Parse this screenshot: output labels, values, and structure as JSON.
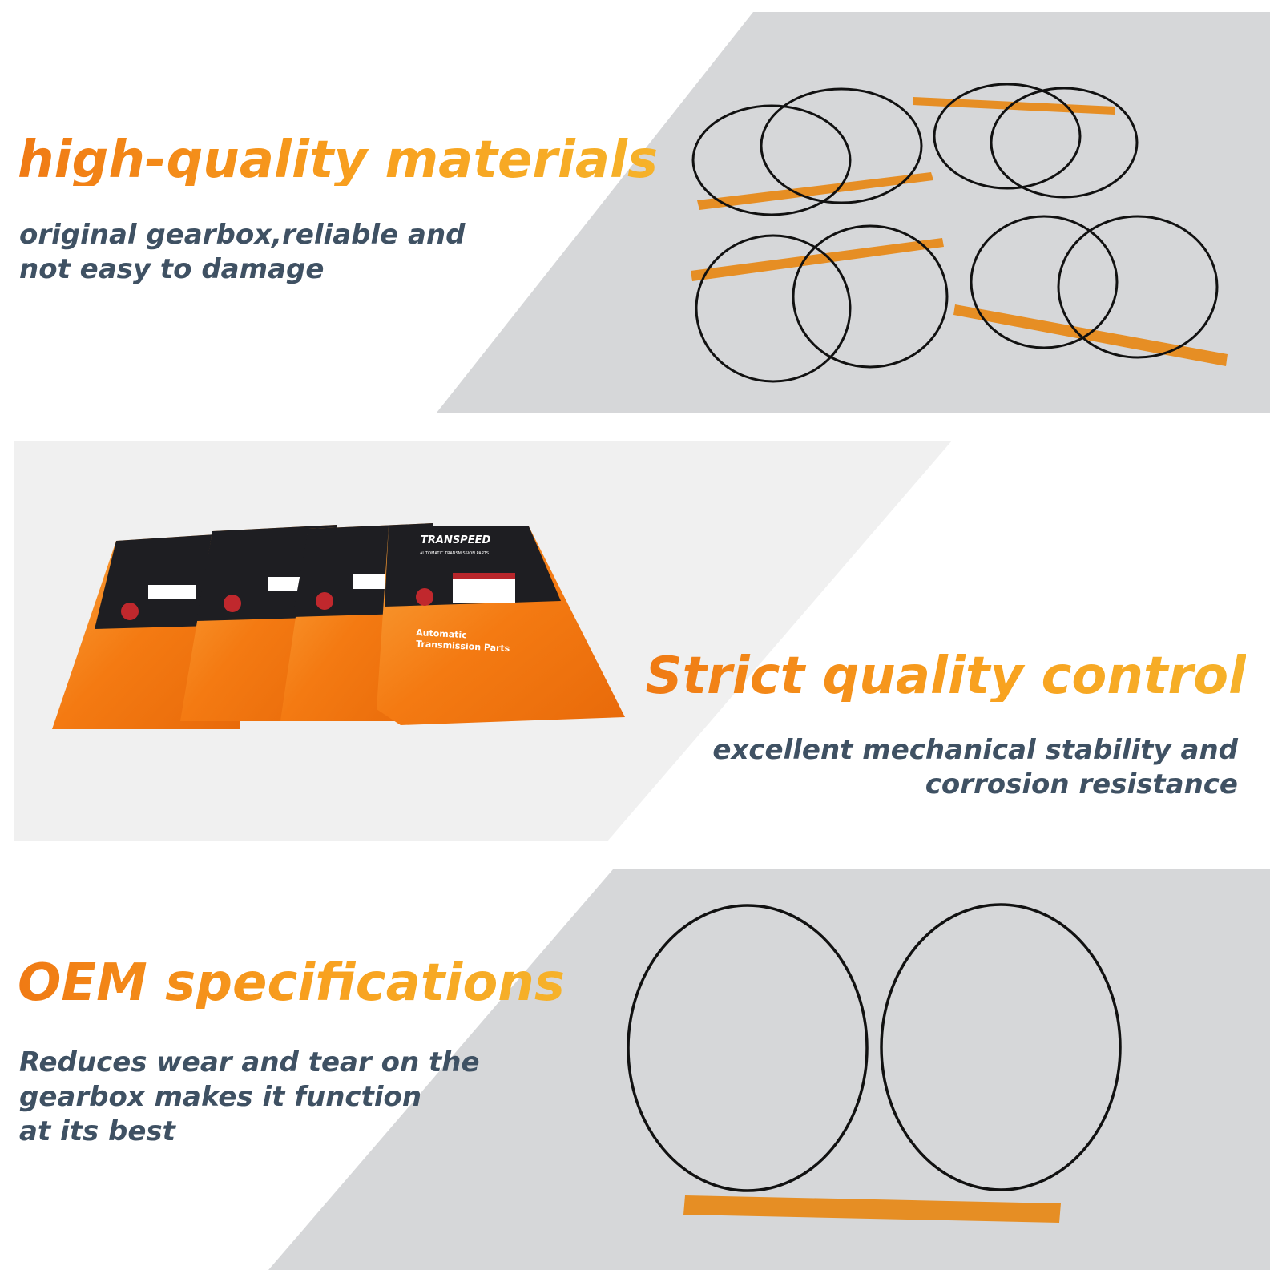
{
  "sections": [
    {
      "title": "high-quality materials",
      "description": [
        "original gearbox,reliable and",
        "not easy to damage"
      ]
    },
    {
      "title": "Strict quality control",
      "description": [
        "excellent mechanical stability and",
        "corrosion resistance"
      ]
    },
    {
      "title": "OEM specifications",
      "description": [
        "Reduces wear and tear on the",
        "gearbox makes it function",
        "at its best"
      ]
    }
  ],
  "packaging": {
    "brand": "TRANSPEED",
    "tagline": "AUTOMATIC TRANSMISSION PARTS",
    "product_line_1": "Automatic",
    "product_line_2": "Transmission Parts"
  },
  "colors": {
    "accent": "#f6901c",
    "text_dark": "#3f5163",
    "panel_gray": "#d6d7d9",
    "panel_light": "#f0f0f0",
    "ring": "#111111",
    "tape": "#e8860f"
  }
}
